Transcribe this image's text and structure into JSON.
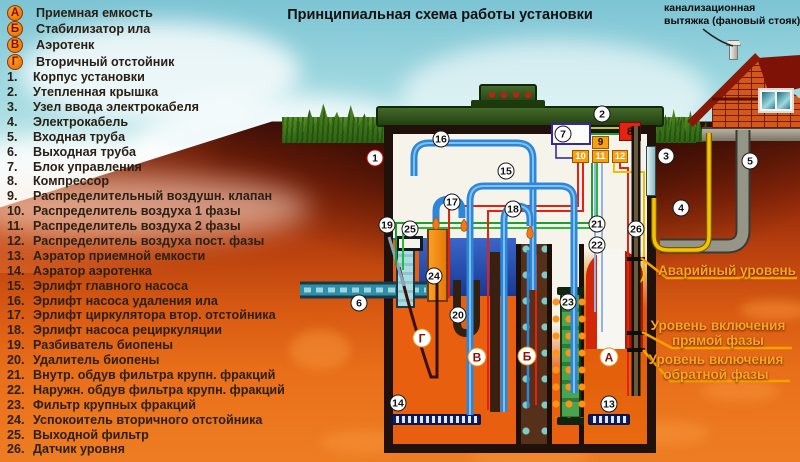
{
  "title": "Принципиальная схема работы установки",
  "vent_label": {
    "line1": "канализационная",
    "line2": "вытяжка (фановый стояк)"
  },
  "legend": {
    "letters": [
      {
        "id": "А",
        "label": "Приемная емкость"
      },
      {
        "id": "Б",
        "label": "Стабилизатор ила"
      },
      {
        "id": "В",
        "label": "Аэротенк"
      },
      {
        "id": "Г",
        "label": "Вторичный отстойник"
      }
    ],
    "items": [
      {
        "num": "1.",
        "label": "Корпус установки"
      },
      {
        "num": "2.",
        "label": "Утепленная крышка"
      },
      {
        "num": "3.",
        "label": "Узел ввода электрокабеля"
      },
      {
        "num": "4.",
        "label": "Электрокабель"
      },
      {
        "num": "5.",
        "label": "Входная труба"
      },
      {
        "num": "6.",
        "label": "Выходная труба"
      },
      {
        "num": "7.",
        "label": "Блок управления"
      },
      {
        "num": "8.",
        "label": "Компрессор"
      },
      {
        "num": "9.",
        "label": "Распределительный воздушн. клапан"
      },
      {
        "num": "10.",
        "label": "Распределитель воздуха 1 фазы"
      },
      {
        "num": "11.",
        "label": "Распределитель воздуха 2 фазы"
      },
      {
        "num": "12.",
        "label": "Распределитель воздуха пост. фазы"
      },
      {
        "num": "13.",
        "label": "Аэратор приемной емкости"
      },
      {
        "num": "14.",
        "label": "Аэратор аэротенка"
      },
      {
        "num": "15.",
        "label": "Эрлифт главного насоса"
      },
      {
        "num": "16.",
        "label": "Эрлифт насоса удаления ила"
      },
      {
        "num": "17.",
        "label": "Эрлифт циркулятора втор. отстойника"
      },
      {
        "num": "18.",
        "label": "Эрлифт насоса рециркуляции"
      },
      {
        "num": "19.",
        "label": "Разбиватель биопены"
      },
      {
        "num": "20.",
        "label": "Удалитель биопены"
      },
      {
        "num": "21.",
        "label": "Внутр. обдув фильтра крупн. фракций"
      },
      {
        "num": "22.",
        "label": "Наружн. обдув фильтра крупн. фракций"
      },
      {
        "num": "23.",
        "label": "Фильтр крупных фракций"
      },
      {
        "num": "24.",
        "label": "Успокоитель вторичного отстойника"
      },
      {
        "num": "25.",
        "label": "Выходной фильтр"
      },
      {
        "num": "26.",
        "label": "Датчик уровня"
      }
    ]
  },
  "levels": {
    "emergency": "Аварийный уровень",
    "direct": {
      "line1": "Уровень включения",
      "line2": "прямой фазы"
    },
    "reverse": {
      "line1": "Уровень включения",
      "line2": "обратной фазы"
    }
  },
  "diagram": {
    "callouts": {
      "c1": "1",
      "c2": "2",
      "c3": "3",
      "c4": "4",
      "c5": "5",
      "c6": "6",
      "c7": "7",
      "c13": "13",
      "c14": "14",
      "c15": "15",
      "c16": "16",
      "c17": "17",
      "c18": "18",
      "c19": "19",
      "c20": "20",
      "c21": "21",
      "c22": "22",
      "c23": "23",
      "c24": "24",
      "c25": "25",
      "c26": "26",
      "b8": "8",
      "b9": "9",
      "b10": "10",
      "b11": "11",
      "b12": "12",
      "A": "А",
      "B": "Б",
      "V": "В",
      "G": "Г"
    }
  },
  "colors": {
    "accent_orange": "#f08a10",
    "pipe_blue": "#2e86d8",
    "ground_orange": "#e8701a",
    "lid_green": "#2c4a16",
    "level_label_orange": "#f8a71e"
  }
}
